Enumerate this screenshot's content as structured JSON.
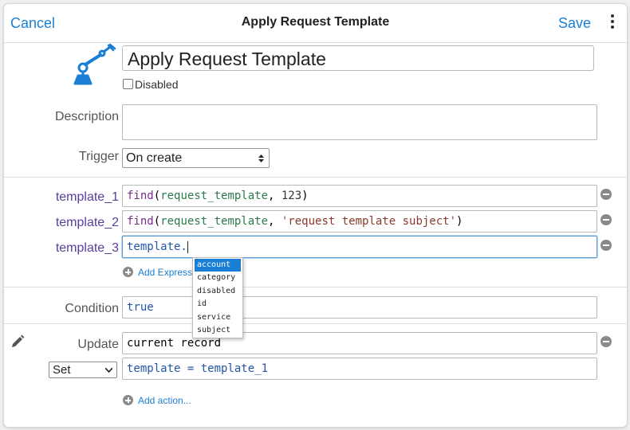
{
  "header": {
    "cancel_label": "Cancel",
    "title": "Apply Request Template",
    "save_label": "Save"
  },
  "rule": {
    "name": "Apply Request Template",
    "disabled_label": "Disabled",
    "description_label": "Description",
    "description_value": "",
    "trigger_label": "Trigger",
    "trigger_value": "On create"
  },
  "expressions": [
    {
      "label": "template_1",
      "fn": "find",
      "open": "(",
      "arg": "request_template",
      "sep": ", ",
      "value": "123",
      "close": ")"
    },
    {
      "label": "template_2",
      "fn": "find",
      "open": "(",
      "arg": "request_template",
      "sep": ", ",
      "value": "'request template subject'",
      "close": ")"
    },
    {
      "label": "template_3",
      "value": "template."
    }
  ],
  "add_expression_label": "Add Expression",
  "autocomplete": {
    "items": [
      "account",
      "category",
      "disabled",
      "id",
      "service",
      "subject"
    ],
    "selected": "account"
  },
  "condition": {
    "label": "Condition",
    "value": "true"
  },
  "action": {
    "label": "Update",
    "target": "current record",
    "mode": "Set",
    "expression": "template = template_1"
  },
  "add_action_label": "Add action..."
}
